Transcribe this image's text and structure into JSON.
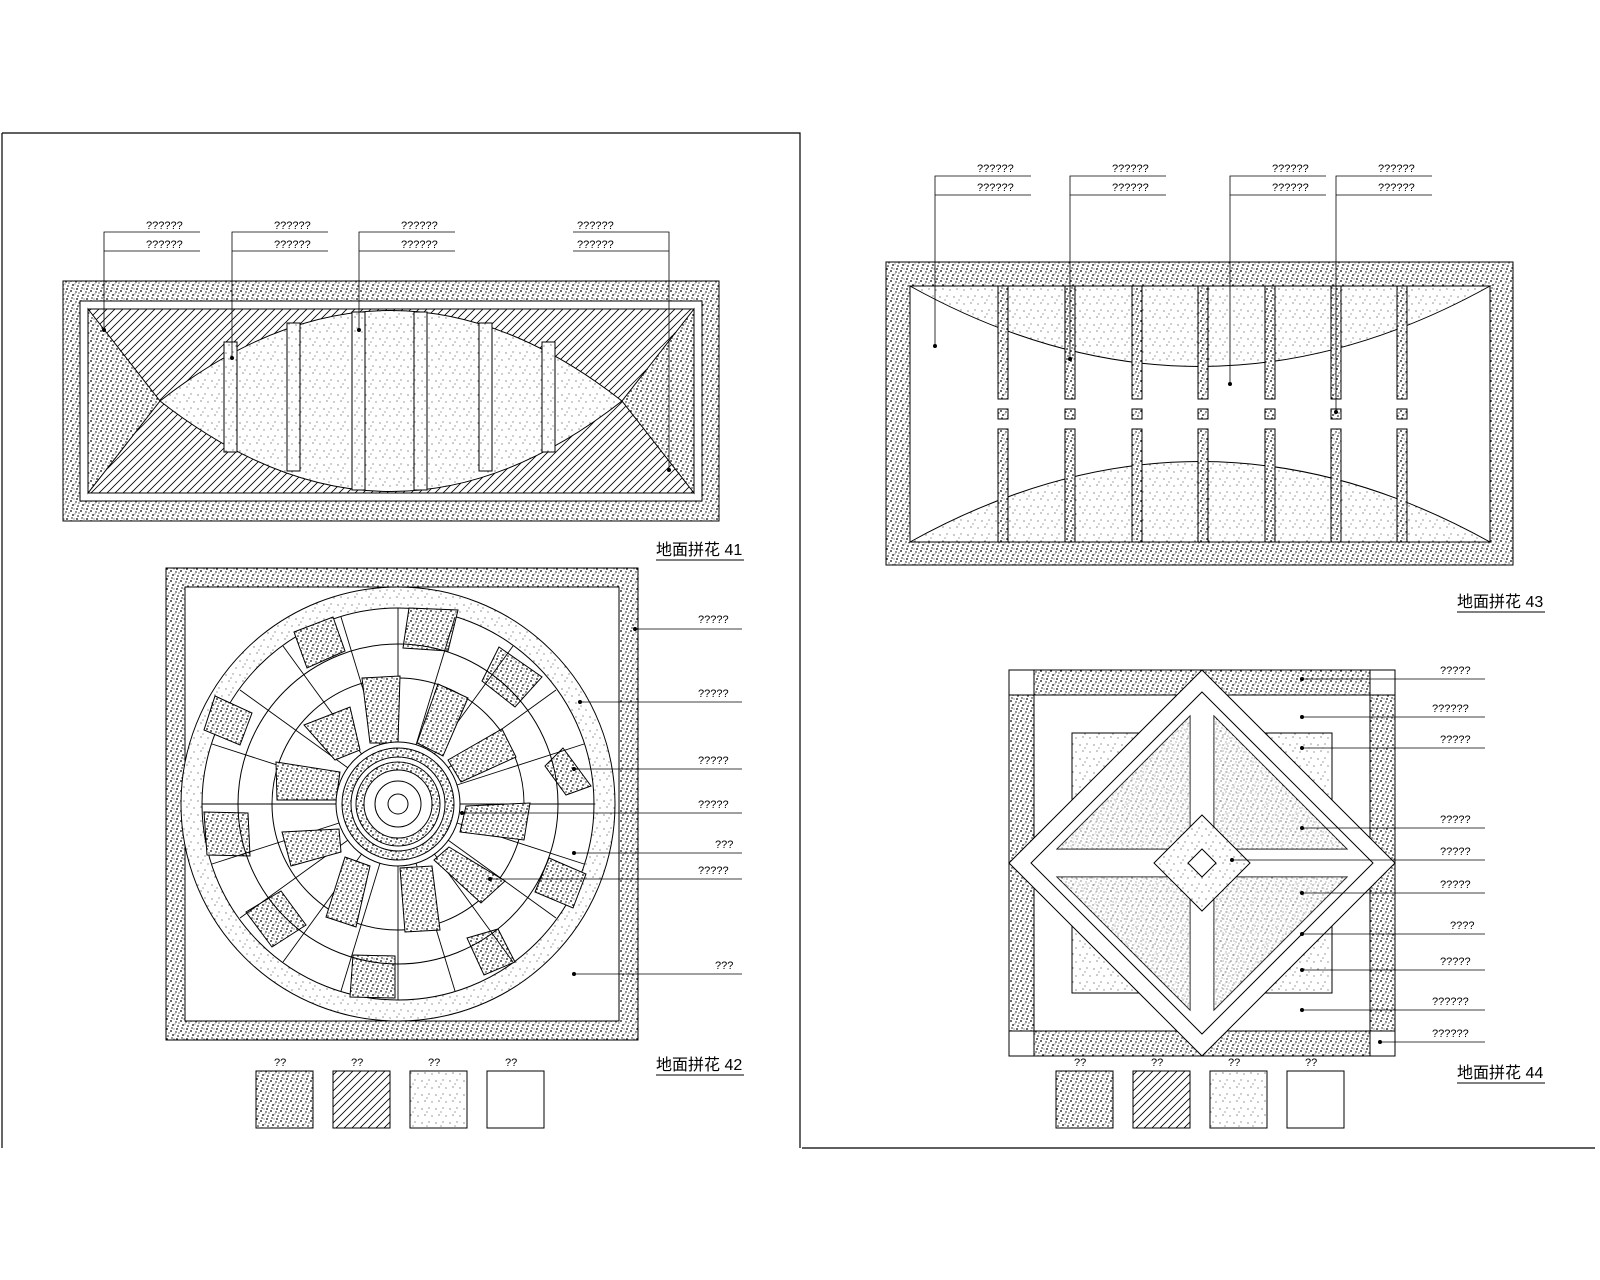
{
  "labels": {
    "q6": "??????",
    "q5": "?????",
    "q4": "????",
    "q3": "???",
    "q2": "??"
  },
  "titles": {
    "p41": "地面拼花 41",
    "p42": "地面拼花 42",
    "p43": "地面拼花 43",
    "p44": "地面拼花 44"
  },
  "colors": {
    "ink": "#000000",
    "paper": "#ffffff"
  }
}
